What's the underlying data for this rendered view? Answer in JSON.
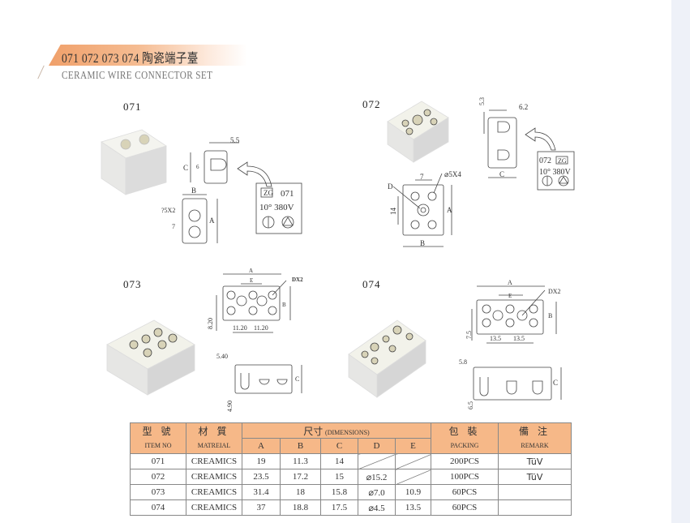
{
  "header": {
    "title": "071 072 073 074 陶瓷端子臺",
    "subtitle": "CERAMIC WIRE CONNECTOR SET",
    "accent": "#f0a06a"
  },
  "models": {
    "m071": {
      "label": "071",
      "dims": {
        "top": "5.5",
        "c": "C",
        "six": "6",
        "b": "B",
        "a": "A",
        "holes": "?5X2",
        "seven": "7"
      },
      "marking": {
        "zg": "ZG",
        "num": "071",
        "rating": "10° 380V"
      }
    },
    "m072": {
      "label": "072",
      "dims": {
        "top": "6.2",
        "side": "5.3",
        "c": "C",
        "seven": "7",
        "holes": "⌀5X4",
        "d": "D",
        "fourteen": "14",
        "a": "A",
        "b": "B"
      },
      "marking": {
        "zg": "ZG",
        "num": "072",
        "rating": "10° 380V"
      }
    },
    "m073": {
      "label": "073",
      "dims": {
        "a": "A",
        "e": "E",
        "dx": "DX2",
        "b": "B",
        "h": "8.20",
        "p1": "11.20",
        "p2": "11.20",
        "top": "5.40",
        "c": "C",
        "bottom": "4.90"
      }
    },
    "m074": {
      "label": "074",
      "dims": {
        "a": "A",
        "e": "E",
        "dx": "DX2",
        "b": "B",
        "h": "7.5",
        "p1": "13.5",
        "p2": "13.5",
        "top": "5.8",
        "c": "C",
        "bottom": "6.5"
      }
    }
  },
  "table": {
    "headers": {
      "item_cn": "型 號",
      "item_en": "ITEM NO",
      "material_cn": "材 質",
      "material_en": "MATREIAL",
      "dims_cn": "尺寸",
      "dims_en": "(DIMENSIONS)",
      "packing_cn": "包 裝",
      "packing_en": "PACKING",
      "remark_cn": "備 注",
      "remark_en": "REMARK",
      "cols": [
        "A",
        "B",
        "C",
        "D",
        "E"
      ]
    },
    "rows": [
      {
        "item": "071",
        "material": "CREAMICS",
        "a": "19",
        "b": "11.3",
        "c": "14",
        "d": "",
        "e": "",
        "packing": "200PCS",
        "remark": "TüV"
      },
      {
        "item": "072",
        "material": "CREAMICS",
        "a": "23.5",
        "b": "17.2",
        "c": "15",
        "d": "⌀15.2",
        "e": "",
        "packing": "100PCS",
        "remark": "TüV"
      },
      {
        "item": "073",
        "material": "CREAMICS",
        "a": "31.4",
        "b": "18",
        "c": "15.8",
        "d": "⌀7.0",
        "e": "10.9",
        "packing": "60PCS",
        "remark": ""
      },
      {
        "item": "074",
        "material": "CREAMICS",
        "a": "37",
        "b": "18.8",
        "c": "17.5",
        "d": "⌀4.5",
        "e": "13.5",
        "packing": "60PCS",
        "remark": ""
      }
    ]
  }
}
